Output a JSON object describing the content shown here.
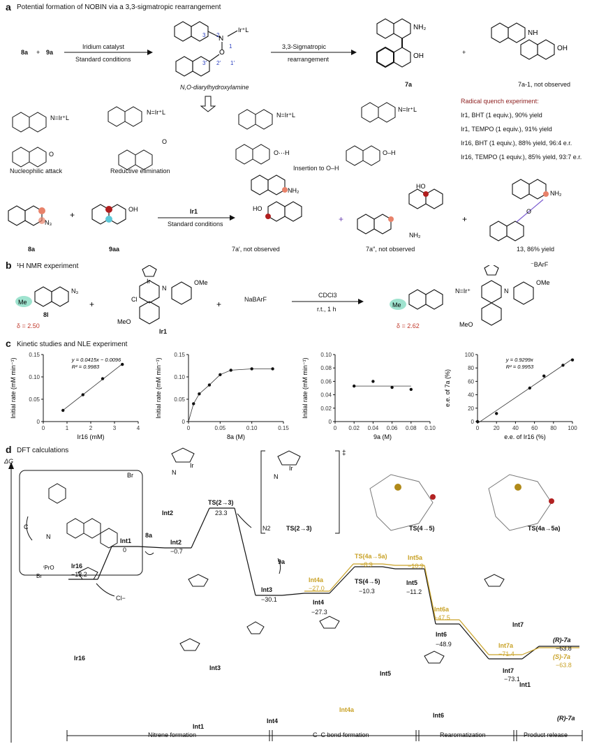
{
  "panel_a": {
    "label": "a",
    "title": "Potential formation of NOBIN via a 3,3-sigmatropic rearrangement",
    "reactant1": "8a",
    "plus": "+",
    "reactant2": "9a",
    "arrow1_top": "Iridium catalyst",
    "arrow1_bottom": "Standard conditions",
    "intermediate_caption": "N,O-diarylhydroxylamine",
    "arrow2_top": "3,3-Sigmatropic",
    "arrow2_bottom": "rearrangement",
    "product1": "7a",
    "product2": "7a-1, not observed",
    "atom_numbers": [
      "3",
      "2",
      "1",
      "1′",
      "2′",
      "3′"
    ],
    "mech_captions": [
      "Nucleophilic attack",
      "Reductive elimination",
      "Insertion to O–H"
    ],
    "radical_title": "Radical quench experiment:",
    "radical_lines": [
      "Ir1, BHT (1 equiv.), 90% yield",
      "Ir1, TEMPO (1 equiv.), 91% yield",
      "Ir16, BHT (1 equiv.), 88% yield, 96:4 e.r.",
      "Ir16, TEMPO (1 equiv.), 85% yield, 93:7 e.r."
    ],
    "row3": {
      "label1": "8a",
      "label2": "9aa",
      "arrow_top": "Ir1",
      "arrow_bottom": "Standard conditions",
      "p1": "7a′, not observed",
      "p2": "7a″, not observed",
      "p3": "13, 86% yield"
    }
  },
  "panel_b": {
    "label": "b",
    "title": "¹H NMR experiment",
    "compound1": "8l",
    "delta1": "δ = 2.50",
    "catalyst": "Ir1",
    "reagent": "NaBArF",
    "arrow_top": "CDCl3",
    "arrow_bottom": "r.t., 1 h",
    "delta2": "δ = 2.62",
    "counterion": "⁻BArF"
  },
  "panel_c": {
    "label": "c",
    "title": "Kinetic studies and NLE experiment"
  },
  "chart_data": [
    {
      "type": "scatter",
      "xlabel": "Ir16 (mM)",
      "ylabel": "Initial rate (mM min⁻¹)",
      "xlim": [
        0,
        4
      ],
      "ylim": [
        0,
        0.15
      ],
      "xticks": [
        "0",
        "1",
        "2",
        "3",
        "4"
      ],
      "yticks": [
        "0",
        "0.05",
        "0.10",
        "0.15"
      ],
      "x": [
        0.83,
        1.67,
        2.5,
        3.33
      ],
      "y": [
        0.025,
        0.06,
        0.096,
        0.128
      ],
      "fit": "linear",
      "annotation": [
        "y = 0.0415x − 0.0096",
        "R² = 0.9983"
      ]
    },
    {
      "type": "scatter",
      "xlabel": "8a (M)",
      "ylabel": "Initial rate (mM min⁻¹)",
      "xlim": [
        0,
        0.15
      ],
      "ylim": [
        0,
        0.15
      ],
      "xticks": [
        "0",
        "0.05",
        "0.10",
        "0.15"
      ],
      "yticks": [
        "0",
        "0.05",
        "0.10",
        "0.15"
      ],
      "x": [
        0.008,
        0.017,
        0.033,
        0.05,
        0.067,
        0.1,
        0.133
      ],
      "y": [
        0.04,
        0.062,
        0.082,
        0.105,
        0.115,
        0.118,
        0.118
      ],
      "fit": "saturation"
    },
    {
      "type": "scatter",
      "xlabel": "9a (M)",
      "ylabel": "Initial rate (mM min⁻¹)",
      "xlim": [
        0,
        0.1
      ],
      "ylim": [
        0,
        0.1
      ],
      "xticks": [
        "0",
        "0.02",
        "0.04",
        "0.06",
        "0.08",
        "0.10"
      ],
      "yticks": [
        "0",
        "0.02",
        "0.04",
        "0.06",
        "0.08",
        "0.10"
      ],
      "x": [
        0.02,
        0.04,
        0.06,
        0.08
      ],
      "y": [
        0.053,
        0.06,
        0.051,
        0.048
      ],
      "fit": "flat"
    },
    {
      "type": "scatter",
      "xlabel": "e.e. of Ir16 (%)",
      "ylabel": "e.e. of 7a (%)",
      "xlim": [
        0,
        100
      ],
      "ylim": [
        0,
        100
      ],
      "xticks": [
        "0",
        "20",
        "40",
        "60",
        "80",
        "100"
      ],
      "yticks": [
        "0",
        "20",
        "40",
        "60",
        "80",
        "100"
      ],
      "x": [
        0,
        20,
        55,
        70,
        90,
        100
      ],
      "y": [
        0,
        12,
        50,
        68,
        84,
        92
      ],
      "fit": "linear",
      "annotation": [
        "y = 0.9299x",
        "R² = 0.9953"
      ]
    }
  ],
  "panel_d": {
    "label": "d",
    "title": "DFT calculations",
    "yaxis": "ΔG",
    "levels": [
      {
        "name": "Ir16",
        "value": "−13.2"
      },
      {
        "name": "Int1",
        "value": "0"
      },
      {
        "name": "Int2",
        "value": "−0.7"
      },
      {
        "name": "TS(2→3)",
        "value": "23.3"
      },
      {
        "name": "Int3",
        "value": "−30.1"
      },
      {
        "name": "Int4",
        "value": "−27.3"
      },
      {
        "name": "TS(4→5)",
        "value": "−10.3"
      },
      {
        "name": "Int5",
        "value": "−11.2"
      },
      {
        "name": "Int6",
        "value": "−48.9"
      },
      {
        "name": "Int7",
        "value": "−73.1"
      },
      {
        "name": "(R)-7a",
        "value": "−63.8"
      }
    ],
    "gold_levels": [
      {
        "name": "Int4a",
        "value": "−27.0"
      },
      {
        "name": "TS(4a→5a)",
        "value": "−8.9"
      },
      {
        "name": "Int5a",
        "value": "−10.9"
      },
      {
        "name": "Int6a",
        "value": "−47.5"
      },
      {
        "name": "Int7a",
        "value": "−71.4"
      },
      {
        "name": "(S)-7a",
        "value": "−63.8"
      }
    ],
    "small_labels": [
      "8a",
      "9a",
      "N2",
      "Cl−"
    ],
    "structure_labels": [
      "Int2",
      "TS(2→3)",
      "TS(4→5)",
      "TS(4a→5a)",
      "Int3",
      "Int4",
      "Int4a",
      "Int5",
      "Int6",
      "Int7",
      "Int1",
      "Ir16",
      "(R)-7a",
      "Int1"
    ],
    "stages": [
      "Nitrene formation",
      "C–C bond formation",
      "Rearomatization",
      "Product release"
    ]
  }
}
